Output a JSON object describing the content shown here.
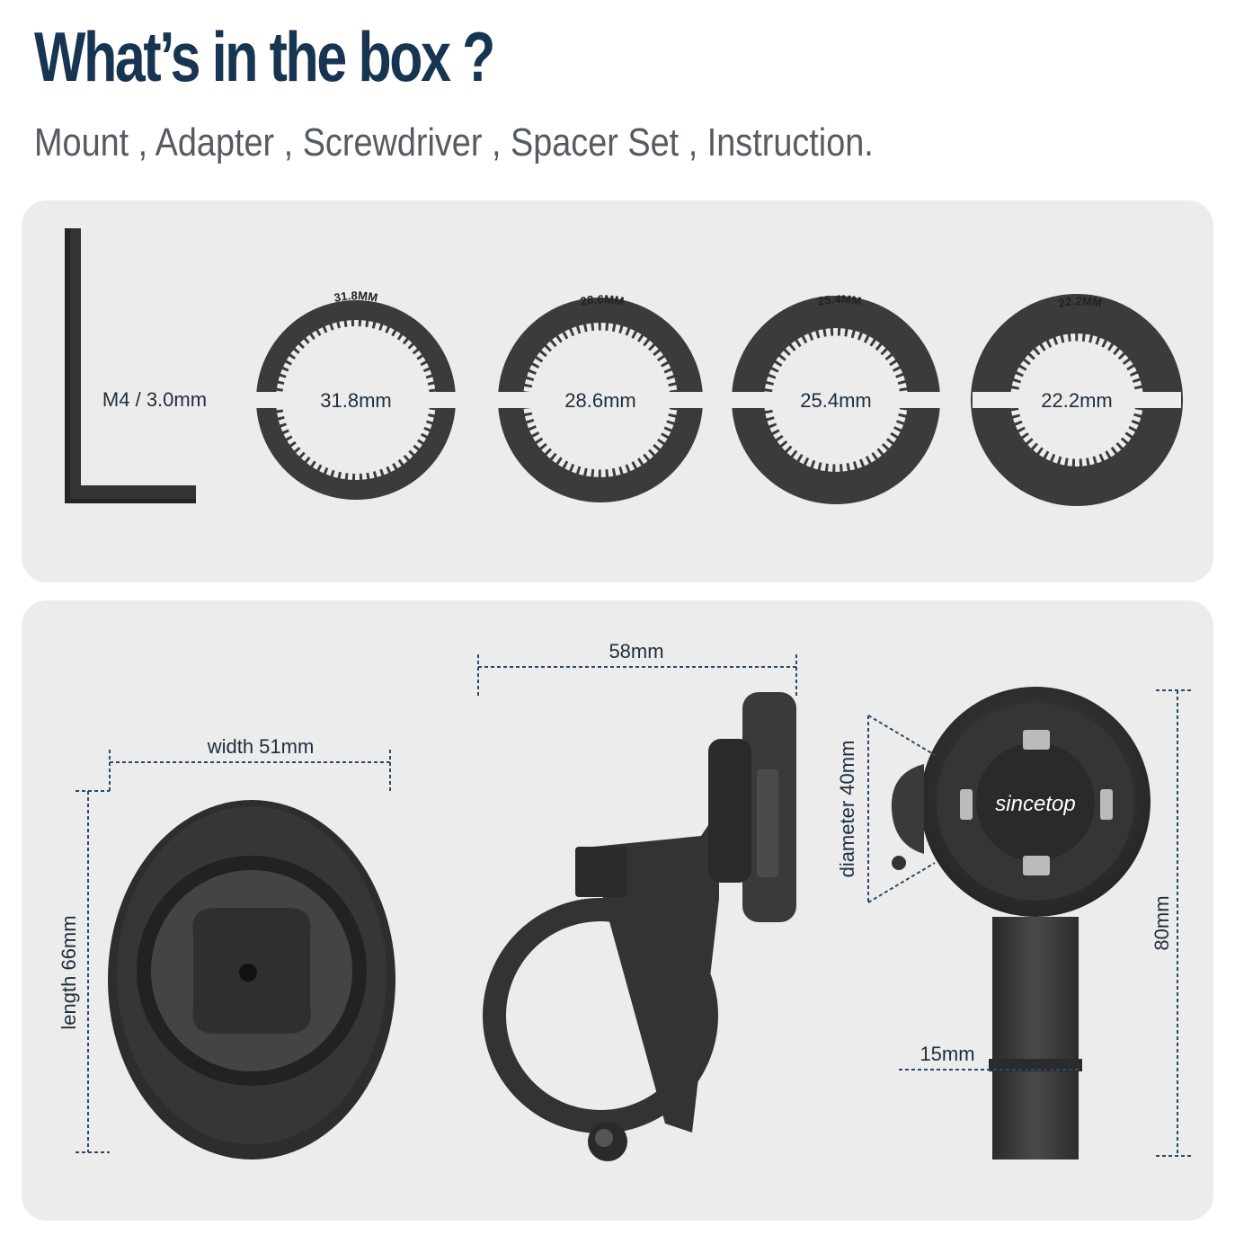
{
  "header": {
    "title": "What’s in the box ?",
    "subtitle": "Mount , Adapter , Screwdriver , Spacer Set , Instruction."
  },
  "tools": {
    "hex_key_label": "M4 / 3.0mm"
  },
  "spacers": [
    {
      "engraving": "31.8MM",
      "label": "31.8mm"
    },
    {
      "engraving": "28.6MM",
      "label": "28.6mm"
    },
    {
      "engraving": "25.4MM",
      "label": "25.4mm"
    },
    {
      "engraving": "22.2MM",
      "label": "22.2mm"
    }
  ],
  "dimensions": {
    "width": "width 51mm",
    "length": "length 66mm",
    "depth": "58mm",
    "diameter": "diameter 40mm",
    "height": "80mm",
    "band": "15mm"
  },
  "brand": {
    "logo_text": "sincetop"
  },
  "colors": {
    "title": "#173451",
    "subtitle": "#565b61",
    "panel": "#ececec",
    "part": "#3a3a3a",
    "dimension_line": "#2a4a6a"
  }
}
